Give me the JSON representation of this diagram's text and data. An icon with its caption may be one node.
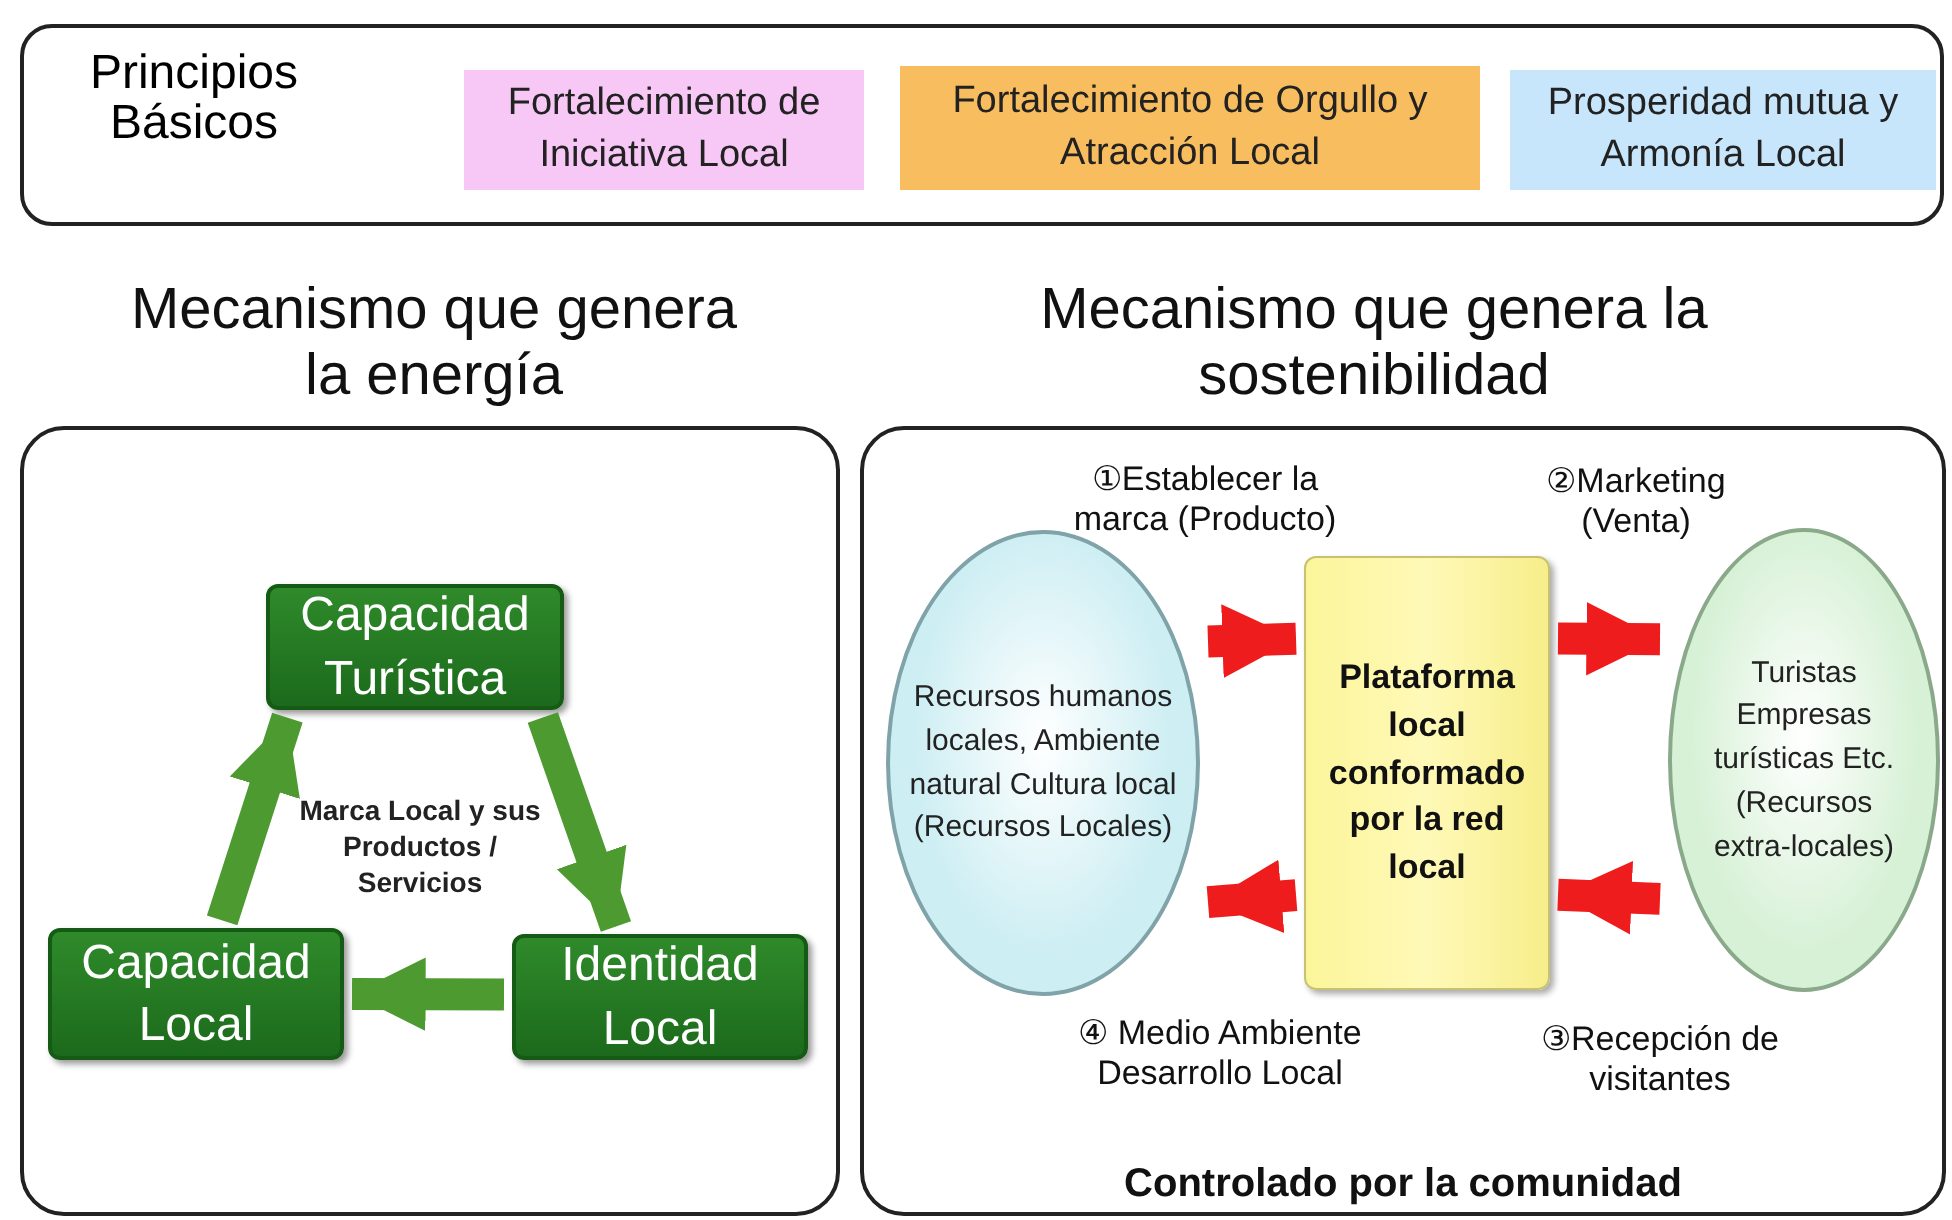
{
  "diagram": {
    "nodes": [
      {
        "text": [
          "Principios Básicos"
        ]
      },
      {
        "text": [
          "Fortalecimiento de Iniciativa Local"
        ],
        "in": 0
      },
      {
        "text": [
          "Fortalecimiento de Orgullo y Atracción Local"
        ],
        "in": 0
      },
      {
        "text": [
          "Prosperidad mutua y Armonía Local"
        ],
        "in": 0
      },
      {
        "text": [
          "Mecanismo que genera la energía"
        ]
      },
      {
        "text": [
          "Capacidad Turística"
        ],
        "in": 4
      },
      {
        "text": [
          "Identidad Local"
        ],
        "in": 4
      },
      {
        "text": [
          "Capacidad Local"
        ],
        "in": 4
      },
      {
        "text": [
          "Mecanismo que genera la sostenibilidad",
          "Controlado por la comunidad"
        ]
      },
      {
        "text": [
          "Recursos humanos locales, Ambiente natural Cultura local (Recursos Locales)"
        ],
        "in": 8
      },
      {
        "text": [
          "Plataforma local conformado por la red local"
        ],
        "in": 8
      },
      {
        "text": [
          "Turistas Empresas turísticas Etc. (Recursos extra-locales)"
        ],
        "in": 8
      }
    ],
    "edges": [
      {
        "from": 7,
        "to": 5,
        "arrow": "to",
        "color": "#4c9a30"
      },
      {
        "from": 5,
        "to": 6,
        "arrow": "to",
        "color": "#4c9a30"
      },
      {
        "from": 6,
        "to": 7,
        "arrow": "to",
        "color": "#4c9a30"
      },
      {
        "from": 9,
        "to": 10,
        "arrow": "to",
        "label": "①Establecer la marca (Producto)"
      },
      {
        "from": 10,
        "to": 11,
        "arrow": "to",
        "label": "②Marketing (Venta)"
      },
      {
        "from": 11,
        "to": 10,
        "arrow": "to",
        "label": "③Recepción de visitantes"
      },
      {
        "from": 10,
        "to": 9,
        "arrow": "to",
        "label": "④ Medio Ambiente Desarrollo Local"
      }
    ],
    "labels": [
      "Marca Local y sus Productos / Servicios"
    ]
  }
}
